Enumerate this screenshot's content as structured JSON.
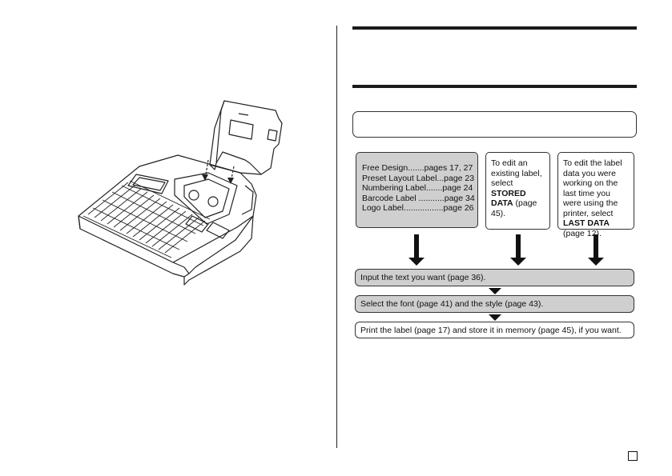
{
  "flow": {
    "gray_card": {
      "lines": [
        "Free Design.......pages 17, 27",
        "Preset Layout Label...page 23",
        "Numbering Label.......page 24",
        "Barcode Label ...........page 34",
        "Logo Label.................page 26"
      ]
    },
    "stored_card": {
      "pre": "To edit an existing label, select",
      "bold": "STORED DATA",
      "post": " (page 45)."
    },
    "last_card": {
      "pre": "To edit the label data you were working on the last time you were using the printer, select ",
      "bold": "LAST DATA",
      "post": " (page 12)."
    },
    "steps": [
      "Input the text you want (page 36).",
      "Select the font (page 41) and the style (page 43).",
      "Print the label (page 17) and store it in memory (page 45), if you want."
    ]
  },
  "colors": {
    "gray_fill": "#cfcfcf",
    "ink": "#111111"
  },
  "illustration": {
    "subject": "label printer with open cover and tape cassette being inserted"
  }
}
